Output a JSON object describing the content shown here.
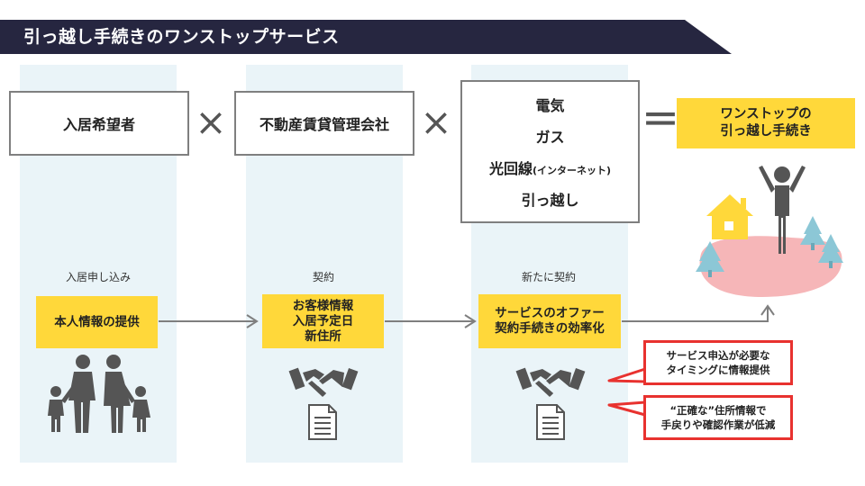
{
  "title": "引っ越し手続きのワンストップサービス",
  "top_row": {
    "box1": "入居希望者",
    "box2": "不動産賃貸管理会社",
    "services": [
      "電気",
      "ガス",
      "光回線",
      "(インターネット)",
      "引っ越し"
    ],
    "operator_times": "×",
    "operator_equals": "＝",
    "result_line1": "ワンストップの",
    "result_line2": "引っ越し手続き"
  },
  "columns": [
    {
      "label": "入居申し込み",
      "box_lines": [
        "本人情報の提供"
      ],
      "icon": "family-icon"
    },
    {
      "label": "契約",
      "box_lines": [
        "お客様情報",
        "入居予定日",
        "新住所"
      ],
      "icons": [
        "handshake-icon",
        "document-icon"
      ]
    },
    {
      "label": "新たに契約",
      "box_lines": [
        "サービスのオファー",
        "契約手続きの効率化"
      ],
      "icons": [
        "handshake-icon",
        "document-icon"
      ]
    }
  ],
  "callouts": [
    {
      "lines": [
        "サービス申込が必要な",
        "タイミングに情報提供"
      ]
    },
    {
      "lines": [
        "“正確な”住所情報で",
        "手戻りや確認作業が低減"
      ]
    }
  ],
  "colors": {
    "accent_yellow": "#ffd83a",
    "title_navy": "#262640",
    "band": "#eaf4f8",
    "callout_red": "#e8322f",
    "island": "#f6b6b8",
    "tree": "#8cc7d6",
    "house": "#ffd83a",
    "person": "#555555"
  }
}
